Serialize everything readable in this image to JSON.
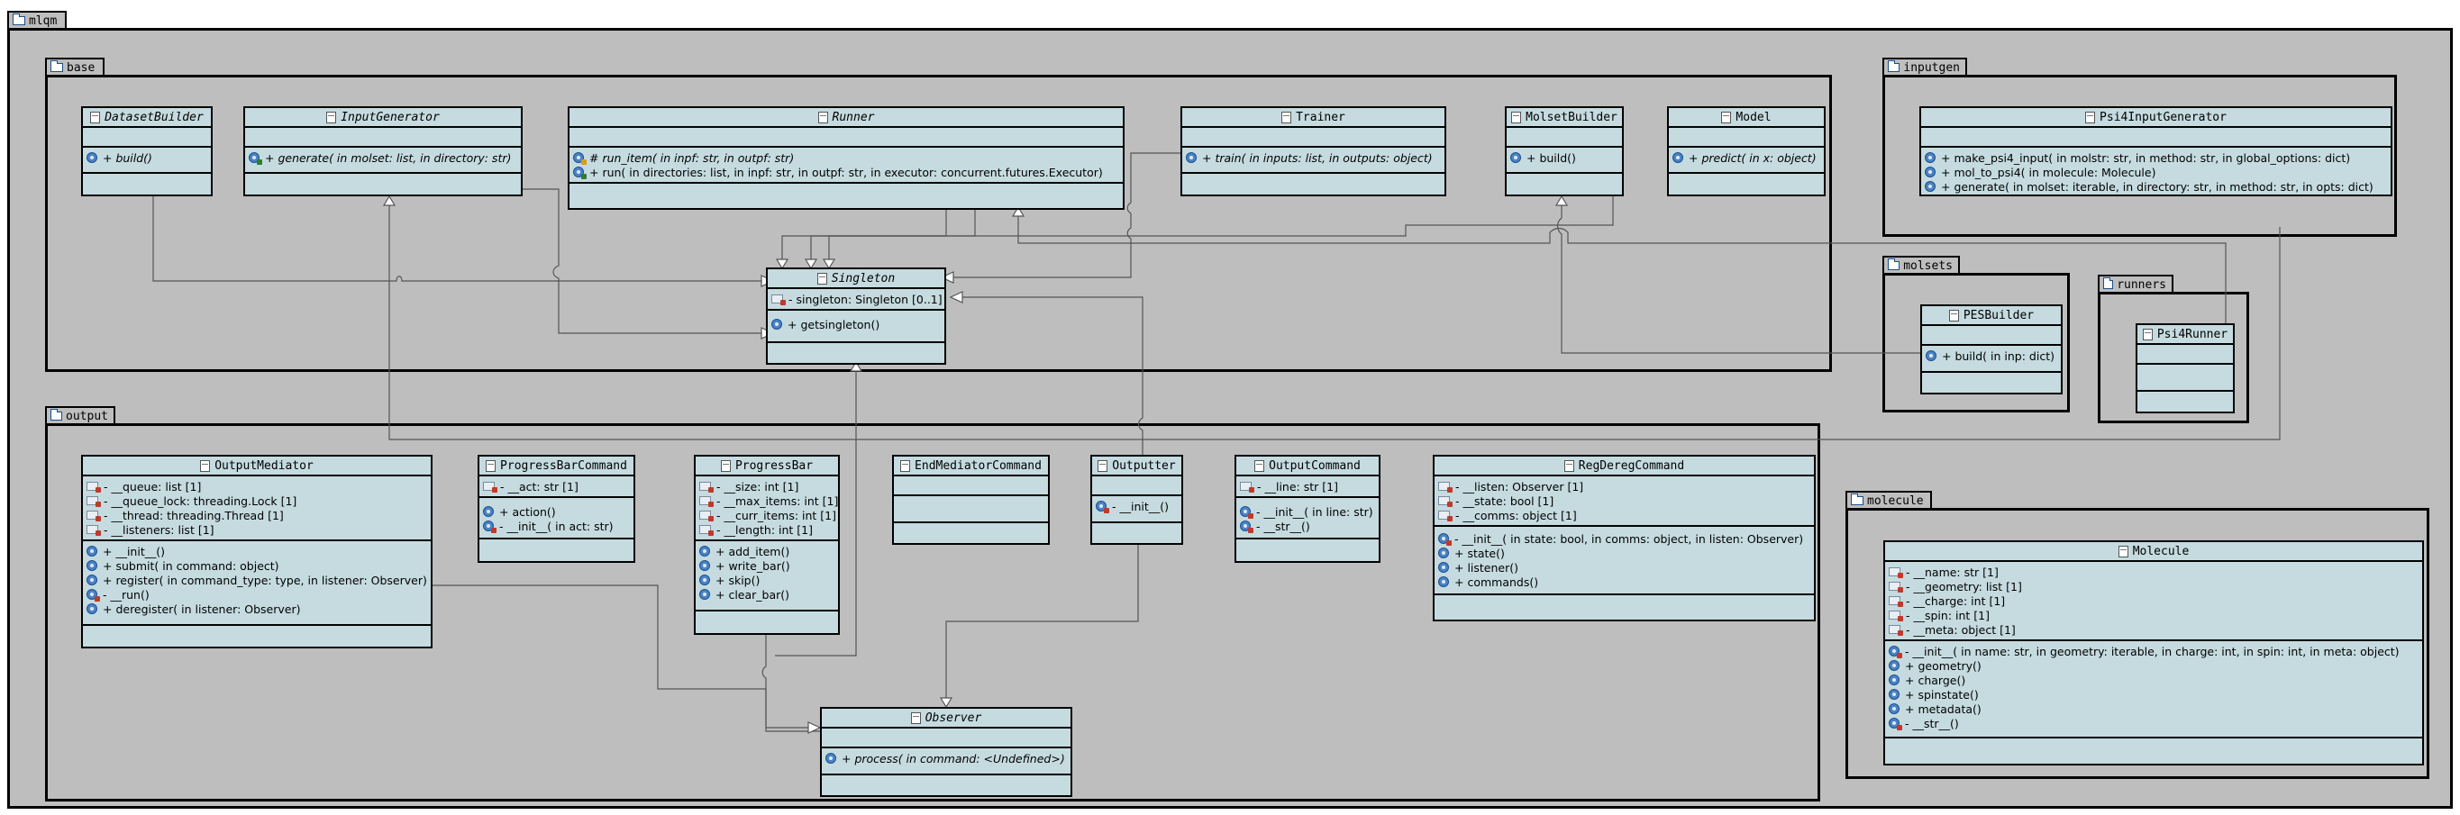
{
  "packages": {
    "mlqm": "mlqm",
    "base": "base",
    "inputgen": "inputgen",
    "molsets": "molsets",
    "runners": "runners",
    "output": "output",
    "molecule": "molecule"
  },
  "classes": {
    "DatasetBuilder": {
      "name": "DatasetBuilder",
      "methods": [
        "+ build()"
      ]
    },
    "InputGenerator": {
      "name": "InputGenerator",
      "methods": [
        "+ generate(  in molset: list,   in directory: str)"
      ]
    },
    "Runner": {
      "name": "Runner",
      "methods": [
        "# run_item(  in inpf: str,   in outpf: str)",
        "+ run(  in directories: list,   in inpf: str,   in outpf: str,   in executor: concurrent.futures.Executor)"
      ]
    },
    "Trainer": {
      "name": "Trainer",
      "methods": [
        "+ train(  in inputs: list,   in outputs: object)"
      ]
    },
    "MolsetBuilder": {
      "name": "MolsetBuilder",
      "methods": [
        "+ build()"
      ]
    },
    "Model": {
      "name": "Model",
      "methods": [
        "+ predict(  in x: object)"
      ]
    },
    "Singleton": {
      "name": "Singleton",
      "attrs": [
        "- singleton: Singleton [0..1]"
      ],
      "methods": [
        "+ getsingleton()"
      ]
    },
    "Psi4InputGenerator": {
      "name": "Psi4InputGenerator",
      "methods": [
        "+ make_psi4_input(  in molstr: str,   in method: str,   in global_options: dict)",
        "+ mol_to_psi4(  in molecule: Molecule)",
        "+ generate(  in molset: iterable,   in directory: str,   in method: str,   in opts: dict)"
      ]
    },
    "PESBuilder": {
      "name": "PESBuilder",
      "methods": [
        "+ build(  in inp: dict)"
      ]
    },
    "Psi4Runner": {
      "name": "Psi4Runner"
    },
    "OutputMediator": {
      "name": "OutputMediator",
      "attrs": [
        "- __queue: list [1]",
        "- __queue_lock: threading.Lock [1]",
        "- __thread: threading.Thread [1]",
        "- __listeners: list [1]"
      ],
      "methods": [
        "+ __init__()",
        "+ submit(  in command: object)",
        "+ register(  in command_type: type,   in listener: Observer)",
        "- __run()",
        "+ deregister(  in listener: Observer)"
      ]
    },
    "ProgressBarCommand": {
      "name": "ProgressBarCommand",
      "attrs": [
        "- __act: str [1]"
      ],
      "methods": [
        "+ action()",
        "- __init__(  in act: str)"
      ]
    },
    "ProgressBar": {
      "name": "ProgressBar",
      "attrs": [
        "- __size: int [1]",
        "- __max_items: int [1]",
        "- __curr_items: int [1]",
        "- __length: int [1]"
      ],
      "methods": [
        "+ add_item()",
        "+ write_bar()",
        "+ skip()",
        "+ clear_bar()"
      ]
    },
    "EndMediatorCommand": {
      "name": "EndMediatorCommand"
    },
    "Outputter": {
      "name": "Outputter",
      "methods": [
        "- __init__()"
      ]
    },
    "OutputCommand": {
      "name": "OutputCommand",
      "attrs": [
        "- __line: str [1]"
      ],
      "methods": [
        "- __init__(  in line: str)",
        "- __str__()"
      ]
    },
    "RegDeregCommand": {
      "name": "RegDeregCommand",
      "attrs": [
        "- __listen: Observer [1]",
        "- __state: bool [1]",
        "- __comms: object [1]"
      ],
      "methods": [
        "- __init__(  in state: bool,   in comms: object,   in listen: Observer)",
        "+ state()",
        "+ listener()",
        "+ commands()"
      ]
    },
    "Observer": {
      "name": "Observer",
      "methods": [
        "+ process(  in command: <Undefined>)"
      ]
    },
    "Molecule": {
      "name": "Molecule",
      "attrs": [
        "- __name: str [1]",
        "- __geometry: list [1]",
        "- __charge: int [1]",
        "- __spin: int [1]",
        "- __meta: object [1]"
      ],
      "methods": [
        "- __init__(  in name: str,   in geometry: iterable,   in charge: int,   in spin: int,   in meta: object)",
        "+ geometry()",
        "+ charge()",
        "+ spinstate()",
        "+ metadata()",
        "- __str__()"
      ]
    }
  }
}
